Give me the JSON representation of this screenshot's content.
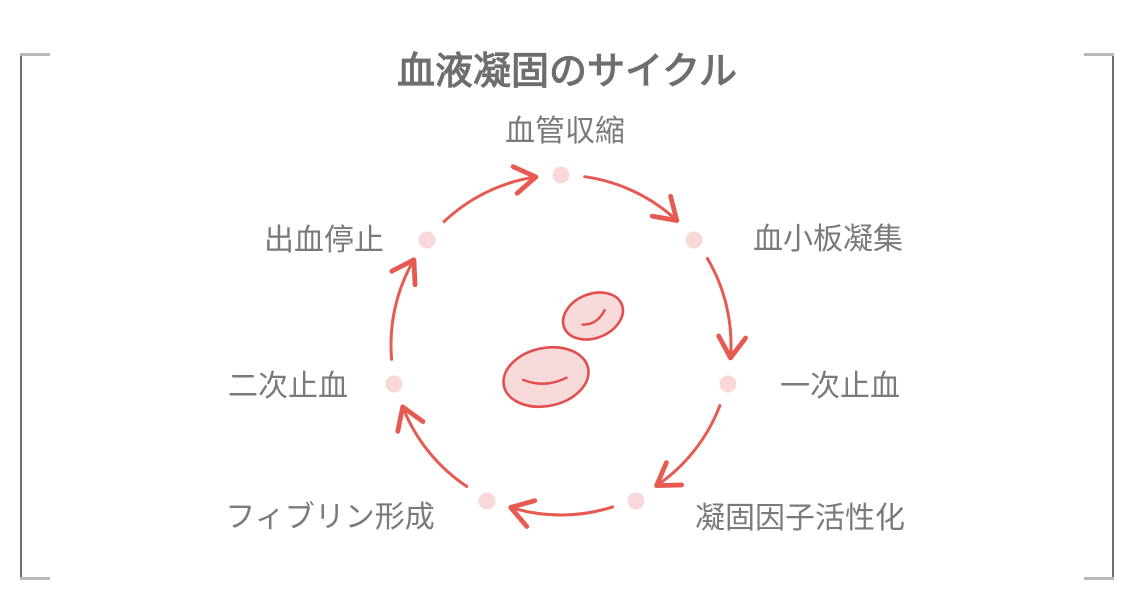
{
  "title": "血液凝固のサイクル",
  "diagram": {
    "type": "cycle",
    "direction": "clockwise",
    "node_count": 7,
    "steps": [
      {
        "label": "血管収縮",
        "position": "top"
      },
      {
        "label": "血小板凝集",
        "position": "top-right"
      },
      {
        "label": "一次止血",
        "position": "right"
      },
      {
        "label": "凝固因子活性化",
        "position": "bottom-right"
      },
      {
        "label": "フィブリン形成",
        "position": "bottom-left"
      },
      {
        "label": "二次止血",
        "position": "left"
      },
      {
        "label": "出血停止",
        "position": "top-left"
      }
    ],
    "center_illustration": "red-blood-cells",
    "colors": {
      "arrow": "#e65a52",
      "node_dot": "#f8d8d8",
      "cell_fill": "#f9dada",
      "cell_stroke": "#e24d4d",
      "title_text": "#6e6e6e",
      "label_text": "#7a7a7a",
      "frame_vertical": "#6f6f6f",
      "frame_arm": "#b9b9b9"
    }
  }
}
